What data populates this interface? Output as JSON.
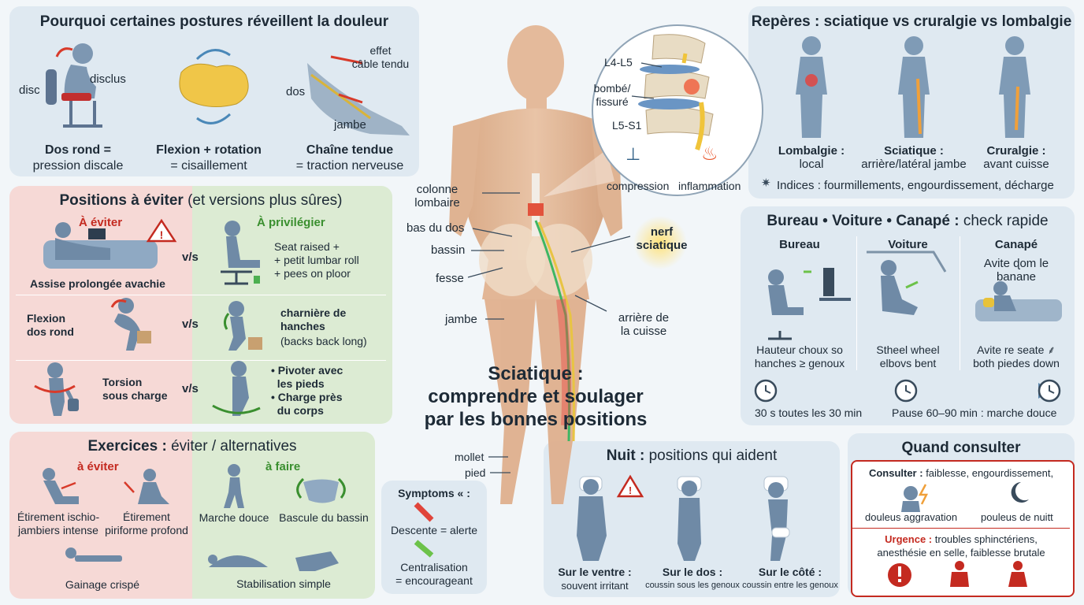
{
  "center": {
    "title": [
      "Sciatique :",
      "comprendre et soulager",
      "par les bonnes positions"
    ],
    "labels": {
      "colonne": "colonne\nlombaire",
      "bas_dos": "bas du dos",
      "bassin": "bassin",
      "fesse": "fesse",
      "jambe": "jambe",
      "nerf": "nerf\nsciatique",
      "arriere": "arrière de\nla cuisse",
      "mollet": "mollet",
      "pied": "pied"
    },
    "zoom": {
      "l4": "L4-L5",
      "bombe": "bombé/\nfissuré",
      "l5": "L5-S1",
      "compression": "compression",
      "inflammation": "inflammation"
    }
  },
  "postures": {
    "title": "Pourquoi certaines postures réveillent la douleur",
    "disc": "disc",
    "disclus": "disclus",
    "dos": "dos",
    "jambe": "jambe",
    "effet": "effet\ncâble tendu",
    "captions": [
      {
        "b": "Dos rond =",
        "n": "pression discale"
      },
      {
        "b": "Flexion + rotation",
        "n": "= cisaillement"
      },
      {
        "b": "Chaîne tendue",
        "n": "= traction nerveuse"
      }
    ]
  },
  "positions": {
    "title_bold": "Positions à éviter",
    "title_light": "(et versions plus sûres)",
    "avoid_header": "À éviter",
    "prefer_header": "À privilégier",
    "vs": "v/s",
    "rows": [
      {
        "avoid": "Assise prolongée avachie",
        "prefer": "Seat raised +\n+ petit lumbar roll\n+ pees on ploor"
      },
      {
        "avoid": "Flexion\ndos rond",
        "prefer_bold": "charnière de\nhanches",
        "prefer": "(backs back long)"
      },
      {
        "avoid": "Torsion\nsous charge",
        "prefer": "• Pivoter avec\n  les pieds\n• Charge près\n  du corps"
      }
    ]
  },
  "exercises": {
    "title_bold": "Exercices :",
    "title_light": "éviter / alternatives",
    "avoid_header": "à éviter",
    "do_header": "à faire",
    "avoid": [
      "Étirement ischio-\njambiers intense",
      "Étirement\npiriforme profond",
      "Gainage crispé"
    ],
    "do": [
      "Marche douce",
      "Bascule du bassin",
      "Stabilisation simple"
    ]
  },
  "symptoms": {
    "title": "Symptoms « :",
    "descente": "Descente = alerte",
    "centralisation": "Centralisation\n= encourageant"
  },
  "night": {
    "title_bold": "Nuit :",
    "title_light": "positions qui aident",
    "items": [
      {
        "b": "Sur le ventre :",
        "n": "souvent irritant"
      },
      {
        "b": "Sur le dos :",
        "n": "coussin sous les genoux"
      },
      {
        "b": "Sur le côté :",
        "n": "coussin entre les genoux"
      }
    ]
  },
  "reperes": {
    "title": "Repères : sciatique vs cruralgie vs lombalgie",
    "items": [
      {
        "b": "Lombalgie :",
        "n": "local"
      },
      {
        "b": "Sciatique :",
        "n": "arrière/latéral jambe"
      },
      {
        "b": "Cruralgie :",
        "n": "avant cuisse"
      }
    ],
    "indices": "Indices : fourmillements, engourdissement, décharge"
  },
  "check": {
    "title_bold": "Bureau • Voiture • Canapé :",
    "title_light": "check rapide",
    "cols": [
      {
        "h": "Bureau",
        "top": "",
        "cap": "Hauteur choux so\nhanches ≥ genoux"
      },
      {
        "h": "Voiture",
        "top": "",
        "cap": "Stheel wheel\nelbovs bent"
      },
      {
        "h": "Canapé",
        "top": "Avite ɖom le\nbanane",
        "cap": "Avite re seate ⸙\nboth piedes down"
      }
    ],
    "t1": "30 s toutes les 30 min",
    "t2": "Pause 60–90 min : marche douce"
  },
  "consult": {
    "title": "Quand consulter",
    "consulter_b": "Consulter :",
    "consulter_n": "faiblesse, engourdissement,",
    "left": "douleus aggravation",
    "right": "pouleus de nuitt",
    "urgence_b": "Urgence :",
    "urgence_n": "troubles sphinctériens,\nanesthésie en selle, faiblesse brutale"
  },
  "colors": {
    "avoid": "#f6d9d6",
    "prefer": "#dcebd3",
    "panel": "#dfe9f1",
    "red": "#c42a20",
    "green": "#3a8f2f",
    "figure": "#5b7a99"
  }
}
